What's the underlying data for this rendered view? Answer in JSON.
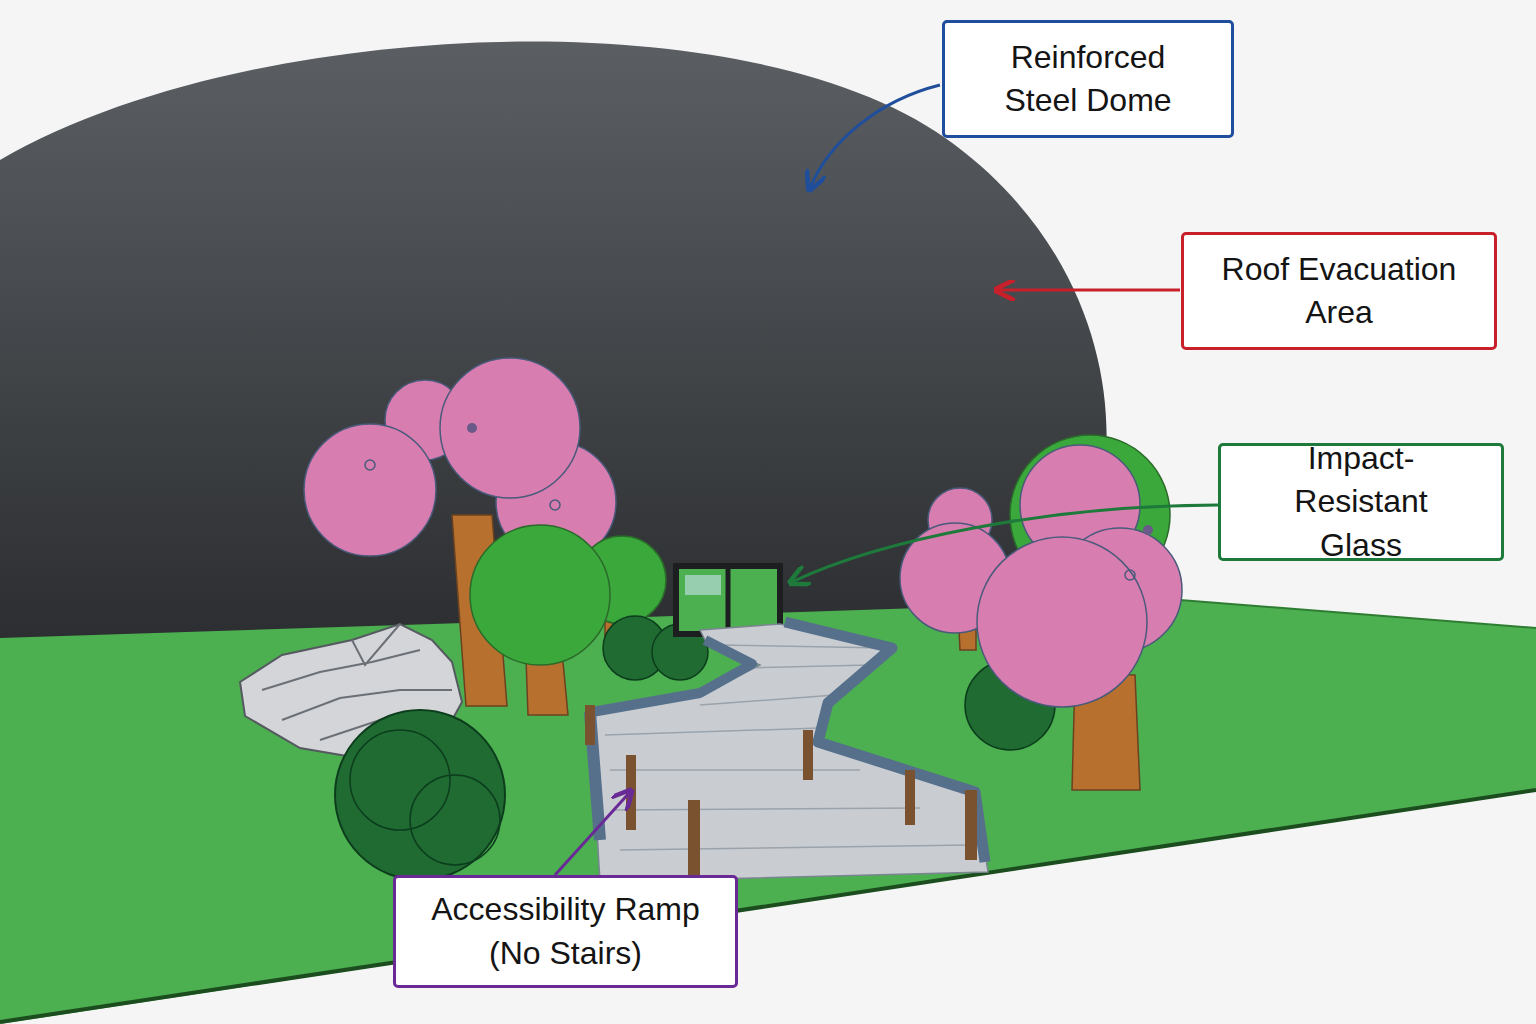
{
  "diagram": {
    "nodes": [
      {
        "text": [
          "Reinforced Steel Dome"
        ]
      },
      {
        "text": [
          "Roof Evacuation Area"
        ]
      },
      {
        "text": [
          "Impact-Resistant Glass"
        ]
      },
      {
        "text": [
          "Accessibility Ramp (No Stairs)"
        ]
      }
    ]
  }
}
